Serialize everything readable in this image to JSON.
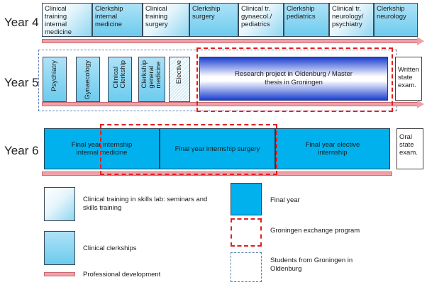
{
  "years": {
    "y4": "Year 4",
    "y5": "Year 5",
    "y6": "Year 6"
  },
  "year4": {
    "b1": "Clinical training internal medicine",
    "b2": "Clerkship internal medicine",
    "b3": "Clinical training surgery",
    "b4": "Clerkship surgery",
    "b5": "Clinical tr. gynaecol./ pediatrics",
    "b6": "Clerkship pediatrics",
    "b7": "Clinical tr. neurology/ psychiatry",
    "b8": "Clerkship neurology"
  },
  "year5": {
    "v1": "Psychiatry",
    "v2": "Gynaecology",
    "v3": "Clinical\nClerkship",
    "v4": "Clerkship\ngeneral\nmedicine",
    "v5": "Elective",
    "research": "Research project in Oldenburg / Master thesis in Groningen",
    "written": "Written state exam."
  },
  "year6": {
    "f1": "Final year internship internal medicine",
    "f2": "Final year internship surgery",
    "f3": "Final year elective internship",
    "oral": "Oral state exam."
  },
  "legend": {
    "training": "Clinical training in skills lab: seminars and skills training",
    "clerkships": "Clinical clerkships",
    "professional": "Professional development",
    "final_year": "Final year",
    "exchange": "Groningen exchange program",
    "students": "Students from Groningen in Oldenburg"
  }
}
